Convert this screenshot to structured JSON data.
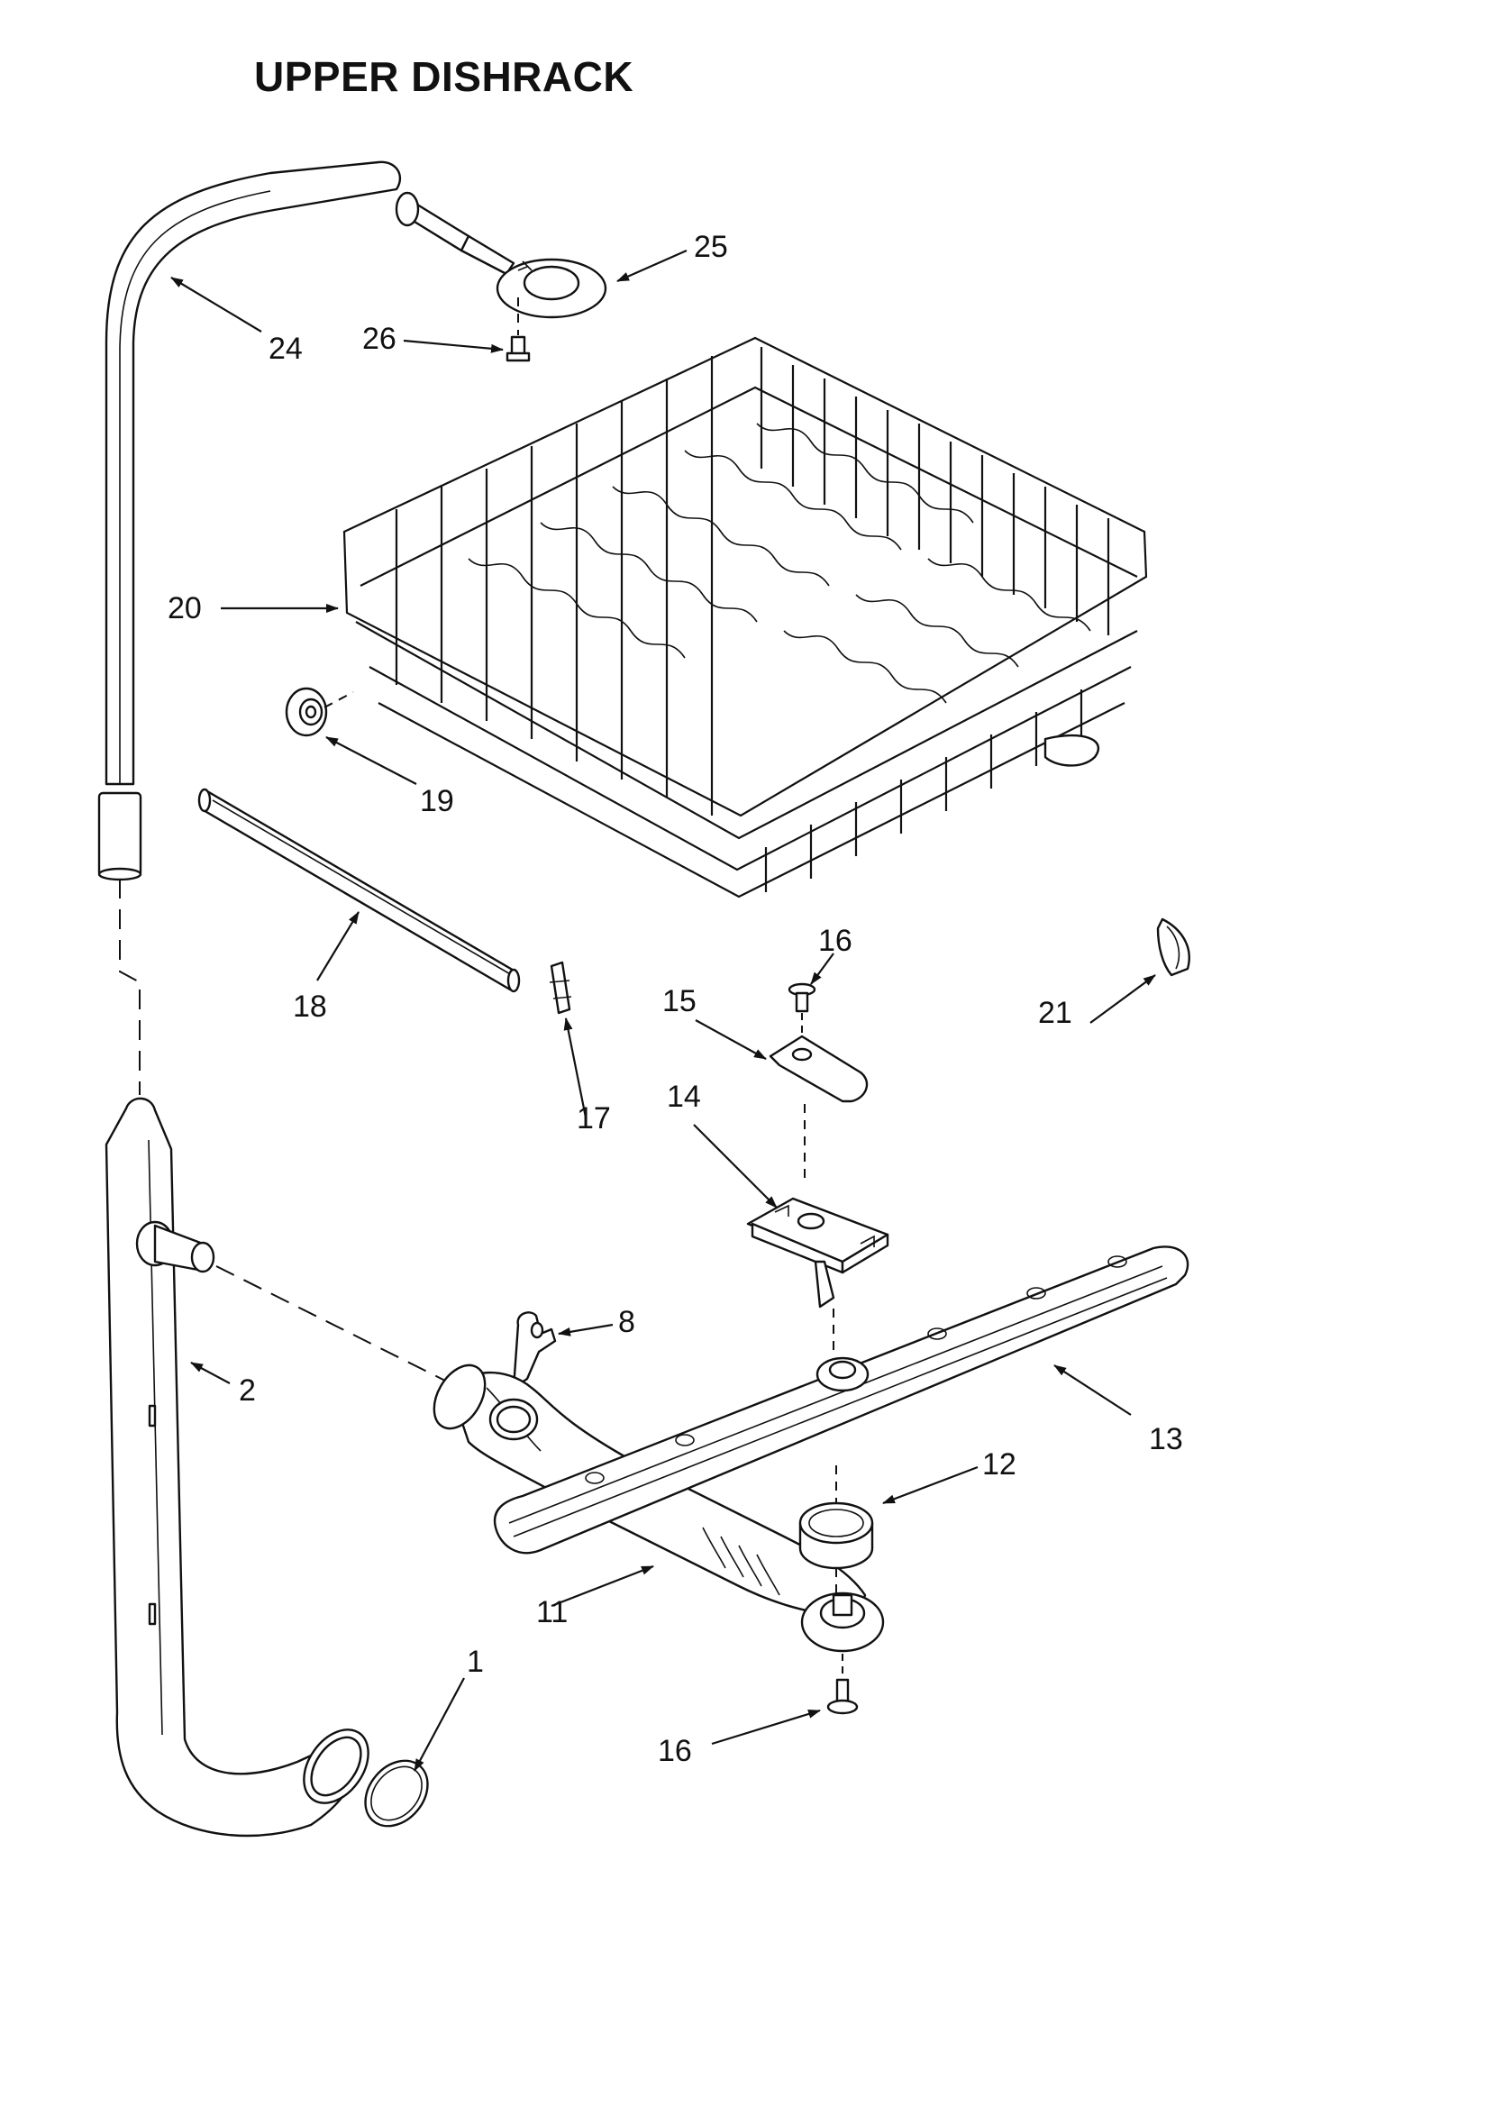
{
  "title": "UPPER DISHRACK",
  "callouts": {
    "p1": "1",
    "p2": "2",
    "p8": "8",
    "p11": "11",
    "p12": "12",
    "p13": "13",
    "p14": "14",
    "p15": "15",
    "p16a": "16",
    "p16b": "16",
    "p17": "17",
    "p18": "18",
    "p19": "19",
    "p20": "20",
    "p21": "21",
    "p24": "24",
    "p25": "25",
    "p26": "26"
  }
}
